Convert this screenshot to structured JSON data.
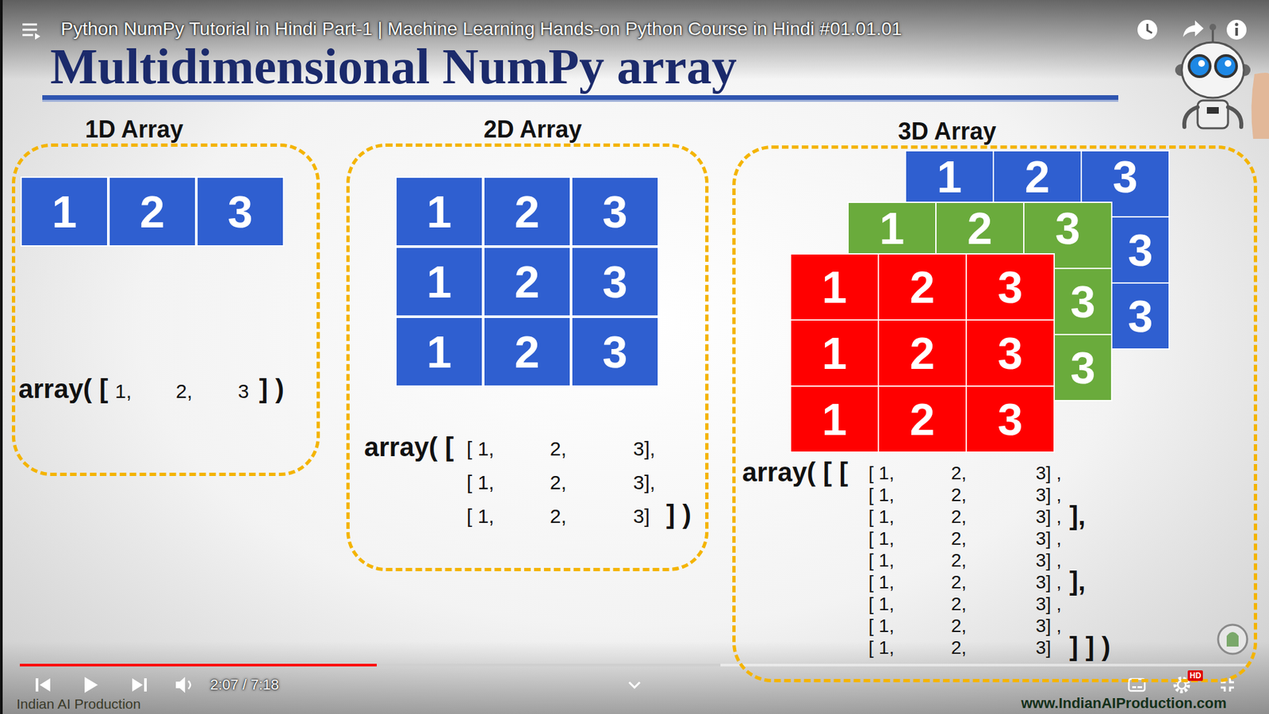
{
  "diagram": {
    "title": "Multidimensional NumPy array",
    "nodes": [
      {
        "text": [
          "1D Array"
        ]
      },
      {
        "text": [
          "1"
        ],
        "in": 0
      },
      {
        "text": [
          "2"
        ],
        "in": 0
      },
      {
        "text": [
          "3"
        ],
        "in": 0
      },
      {
        "text": [
          "2D Array"
        ]
      },
      {
        "text": [
          "1"
        ],
        "in": 4
      },
      {
        "text": [
          "2"
        ],
        "in": 4
      },
      {
        "text": [
          "3"
        ],
        "in": 4
      },
      {
        "text": [
          "1"
        ],
        "in": 4
      },
      {
        "text": [
          "2"
        ],
        "in": 4
      },
      {
        "text": [
          "3"
        ],
        "in": 4
      },
      {
        "text": [
          "1"
        ],
        "in": 4
      },
      {
        "text": [
          "2"
        ],
        "in": 4
      },
      {
        "text": [
          "3"
        ],
        "in": 4
      },
      {
        "text": [
          "3D Array"
        ]
      },
      {
        "text": [
          "1"
        ],
        "in": 14
      },
      {
        "text": [
          "2"
        ],
        "in": 14
      },
      {
        "text": [
          "3"
        ],
        "in": 14
      },
      {
        "text": [
          "3"
        ],
        "in": 14
      },
      {
        "text": [
          "3"
        ],
        "in": 14
      },
      {
        "text": [
          "1"
        ],
        "in": 14
      },
      {
        "text": [
          "2"
        ],
        "in": 14
      },
      {
        "text": [
          "3"
        ],
        "in": 14
      },
      {
        "text": [
          "3"
        ],
        "in": 14
      },
      {
        "text": [
          "3"
        ],
        "in": 14
      },
      {
        "text": [
          "1"
        ],
        "in": 14
      },
      {
        "text": [
          "2"
        ],
        "in": 14
      },
      {
        "text": [
          "3"
        ],
        "in": 14
      },
      {
        "text": [
          "1"
        ],
        "in": 14
      },
      {
        "text": [
          "2"
        ],
        "in": 14
      },
      {
        "text": [
          "3"
        ],
        "in": 14
      },
      {
        "text": [
          "1"
        ],
        "in": 14
      },
      {
        "text": [
          "2"
        ],
        "in": 14
      },
      {
        "text": [
          "3"
        ],
        "in": 14
      }
    ],
    "labels": [
      "Python NumPy Tutorial in Hindi Part-1 | Machine Learning Hands-on Python Course in Hindi #01.01.01",
      "array( [",
      "1,",
      "2,",
      "3",
      "] )",
      "array( [",
      "[ 1,",
      "2,",
      "3],",
      "[ 1,",
      "2,",
      "3],",
      "[ 1,",
      "2,",
      "3]",
      "] )",
      "array( [ [",
      "[ 1,",
      "2,",
      "3] ,",
      "[ 1,",
      "2,",
      "3] ,",
      "[ 1,",
      "2,",
      "3] ,",
      "],",
      "[ 1,",
      "2,",
      "3] ,",
      "[ 1,",
      "2,",
      "3] ,",
      "[ 1,",
      "2,",
      "3] ,",
      "],",
      "[ 1,",
      "2,",
      "3] ,",
      "[ 1,",
      "2,",
      "3] ,",
      "[ 1,",
      "2,",
      "3]",
      "] ] )",
      "2:07 / 7:18",
      "Indian AI Production",
      "www.IndianAIProduction.com",
      "HD"
    ]
  }
}
